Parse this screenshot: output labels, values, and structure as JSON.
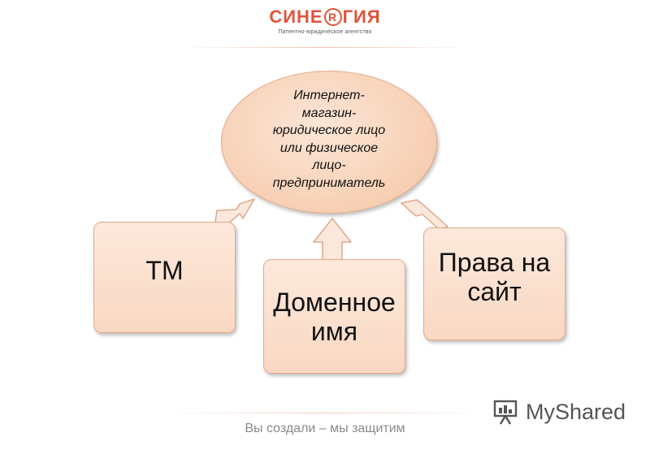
{
  "logo": {
    "name_left": "СИНЕ",
    "name_mark": "R",
    "name_right": "ГИЯ",
    "subtitle": "Патентно-юридическое агентство",
    "color": "#e0533a"
  },
  "diagram": {
    "center_node": {
      "label": "Интернет-\nмагазин-\nюридическое лицо\nили физическое\nлицо-\nпредприниматель"
    },
    "source_nodes": [
      {
        "label": "ТМ"
      },
      {
        "label": "Доменное\nимя"
      },
      {
        "label": "Права на\nсайт"
      }
    ],
    "colors": {
      "node_fill": "#fbdcc7",
      "node_border": "#e3a987",
      "arrow_fill": "#fbe8dc",
      "arrow_border": "#dea88a"
    }
  },
  "footer": {
    "tagline": "Вы создали – мы защитим",
    "watermark": "MyShared",
    "watermark_icon": "presentation-board-icon"
  }
}
